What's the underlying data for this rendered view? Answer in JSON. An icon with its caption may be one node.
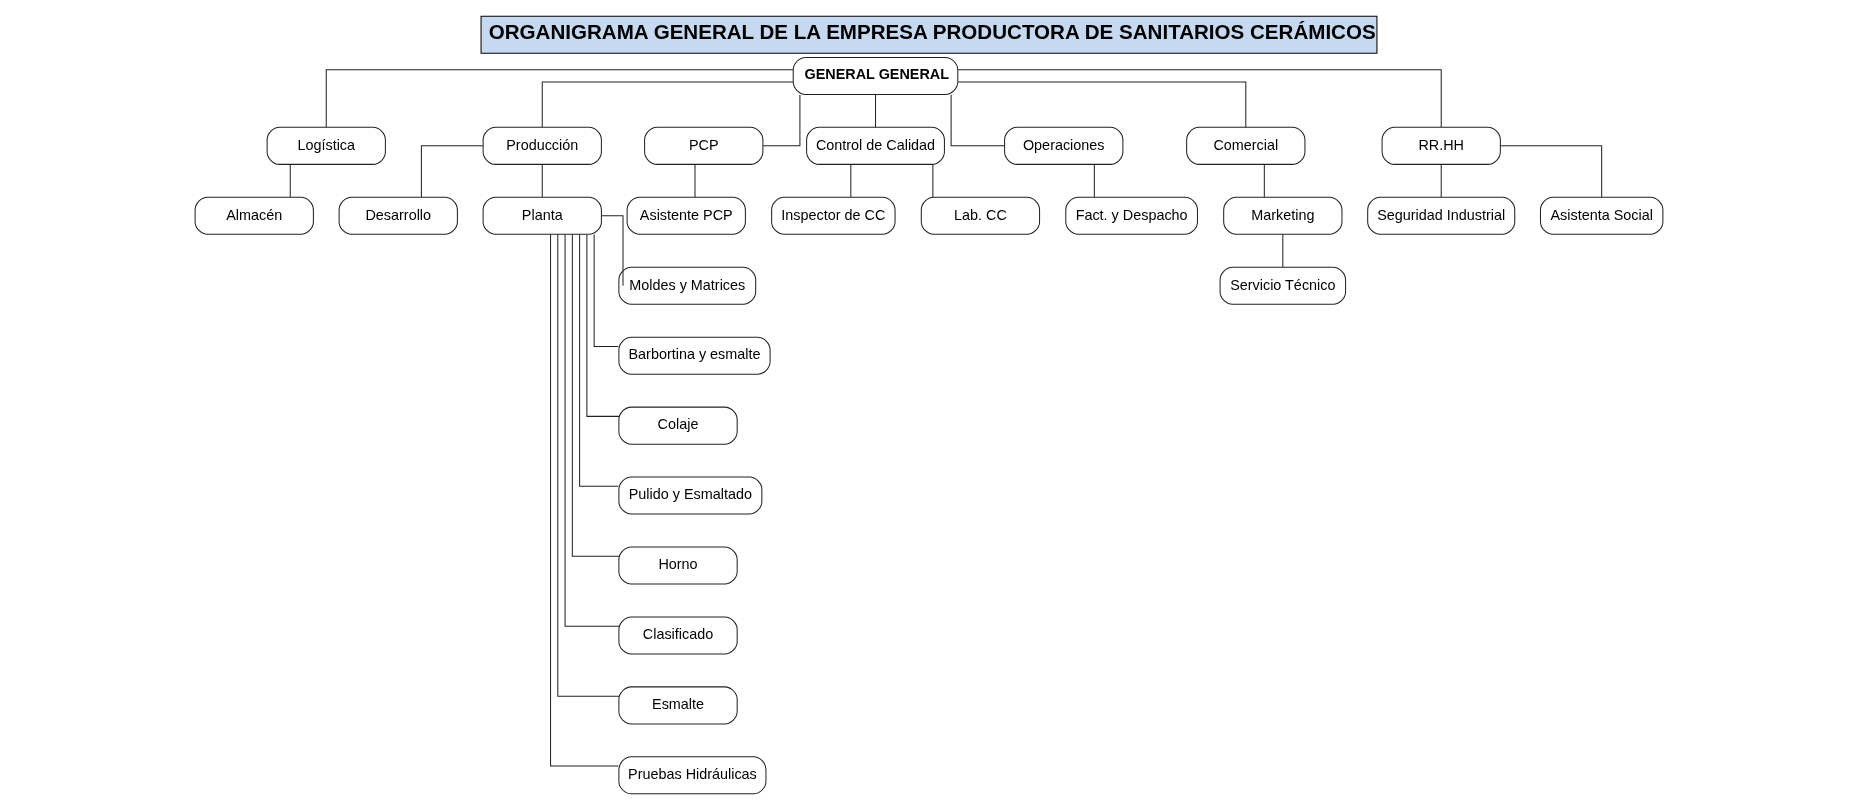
{
  "diagram": {
    "title": "ORGANIGRAMA GENERAL DE LA EMPRESA PRODUCTORA DE SANITARIOS CERÁMICOS",
    "nodes": [
      {
        "text": [
          "GENERAL GENERAL"
        ]
      },
      {
        "text": [
          "Logística"
        ]
      },
      {
        "text": [
          "Producción"
        ]
      },
      {
        "text": [
          "PCP"
        ]
      },
      {
        "text": [
          "Control de Calidad"
        ]
      },
      {
        "text": [
          "Operaciones"
        ]
      },
      {
        "text": [
          "Comercial"
        ]
      },
      {
        "text": [
          "RR.HH"
        ]
      },
      {
        "text": [
          "Almacén"
        ]
      },
      {
        "text": [
          "Desarrollo"
        ]
      },
      {
        "text": [
          "Planta"
        ]
      },
      {
        "text": [
          "Asistente PCP"
        ]
      },
      {
        "text": [
          "Inspector de CC"
        ]
      },
      {
        "text": [
          "Lab. CC"
        ]
      },
      {
        "text": [
          "Fact. y Despacho"
        ]
      },
      {
        "text": [
          "Marketing"
        ]
      },
      {
        "text": [
          "Seguridad Industrial"
        ]
      },
      {
        "text": [
          "Asistenta Social"
        ]
      },
      {
        "text": [
          "Servicio Técnico"
        ]
      },
      {
        "text": [
          "Moldes y Matrices"
        ]
      },
      {
        "text": [
          "Barbortina y esmalte"
        ]
      },
      {
        "text": [
          "Colaje"
        ]
      },
      {
        "text": [
          "Pulido y Esmaltado"
        ]
      },
      {
        "text": [
          "Horno"
        ]
      },
      {
        "text": [
          "Clasificado"
        ]
      },
      {
        "text": [
          "Esmalte"
        ]
      },
      {
        "text": [
          "Pruebas Hidráulicas"
        ]
      }
    ],
    "edges": [
      {
        "from": 0,
        "to": 1,
        "arrow": "none"
      },
      {
        "from": 0,
        "to": 2,
        "arrow": "none"
      },
      {
        "from": 0,
        "to": 3,
        "arrow": "none"
      },
      {
        "from": 0,
        "to": 4,
        "arrow": "none"
      },
      {
        "from": 0,
        "to": 5,
        "arrow": "none"
      },
      {
        "from": 0,
        "to": 6,
        "arrow": "none"
      },
      {
        "from": 0,
        "to": 7,
        "arrow": "none"
      },
      {
        "from": 1,
        "to": 8,
        "arrow": "none"
      },
      {
        "from": 2,
        "to": 9,
        "arrow": "none"
      },
      {
        "from": 2,
        "to": 10,
        "arrow": "none"
      },
      {
        "from": 3,
        "to": 11,
        "arrow": "none"
      },
      {
        "from": 4,
        "to": 12,
        "arrow": "none"
      },
      {
        "from": 4,
        "to": 13,
        "arrow": "none"
      },
      {
        "from": 5,
        "to": 14,
        "arrow": "none"
      },
      {
        "from": 6,
        "to": 15,
        "arrow": "none"
      },
      {
        "from": 7,
        "to": 16,
        "arrow": "none"
      },
      {
        "from": 7,
        "to": 17,
        "arrow": "none"
      },
      {
        "from": 15,
        "to": 18,
        "arrow": "none"
      },
      {
        "from": 10,
        "to": 19,
        "arrow": "none"
      },
      {
        "from": 10,
        "to": 20,
        "arrow": "none"
      },
      {
        "from": 10,
        "to": 21,
        "arrow": "none"
      },
      {
        "from": 10,
        "to": 22,
        "arrow": "none"
      },
      {
        "from": 10,
        "to": 23,
        "arrow": "none"
      },
      {
        "from": 10,
        "to": 24,
        "arrow": "none"
      },
      {
        "from": 10,
        "to": 25,
        "arrow": "none"
      },
      {
        "from": 10,
        "to": 26,
        "arrow": "none"
      }
    ]
  }
}
